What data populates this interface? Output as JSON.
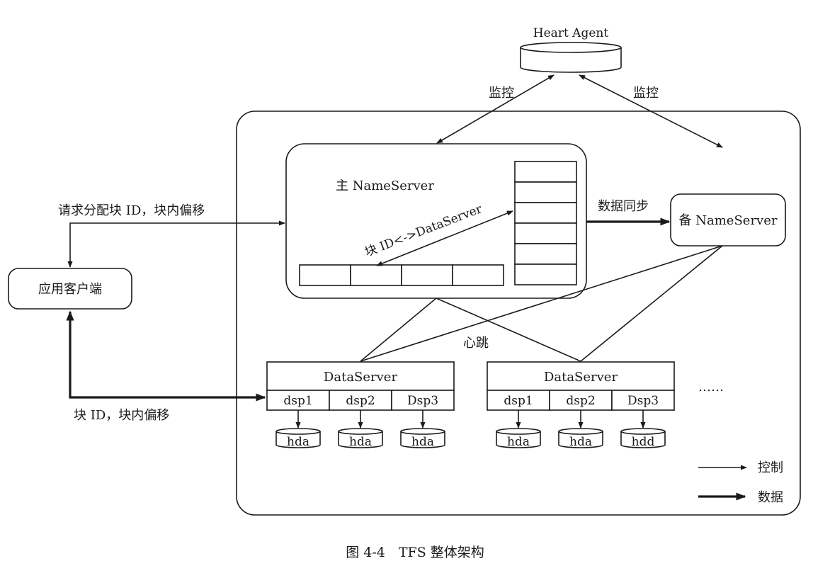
{
  "heart_agent": {
    "label": "Heart Agent"
  },
  "monitor_left": "监控",
  "monitor_right": "监控",
  "main_nameserver": {
    "label": "主 NameServer"
  },
  "block_map_label": "块 ID<->DataServer",
  "backup_nameserver": {
    "label": "备 NameServer"
  },
  "data_sync_label": "数据同步",
  "client": {
    "label": "应用客户端"
  },
  "request_label": "请求分配块 ID，块内偏移",
  "response_label": "块 ID，块内偏移",
  "heartbeat_label": "心跳",
  "dataservers": [
    {
      "title": "DataServer",
      "partitions": [
        "dsp1",
        "dsp2",
        "Dsp3"
      ],
      "disks": [
        "hda",
        "hda",
        "hda"
      ]
    },
    {
      "title": "DataServer",
      "partitions": [
        "dsp1",
        "dsp2",
        "Dsp3"
      ],
      "disks": [
        "hda",
        "hda",
        "hdd"
      ]
    }
  ],
  "ellipsis": "……",
  "legend": {
    "control": "控制",
    "data": "数据"
  },
  "caption": "图 4-4　TFS 整体架构"
}
